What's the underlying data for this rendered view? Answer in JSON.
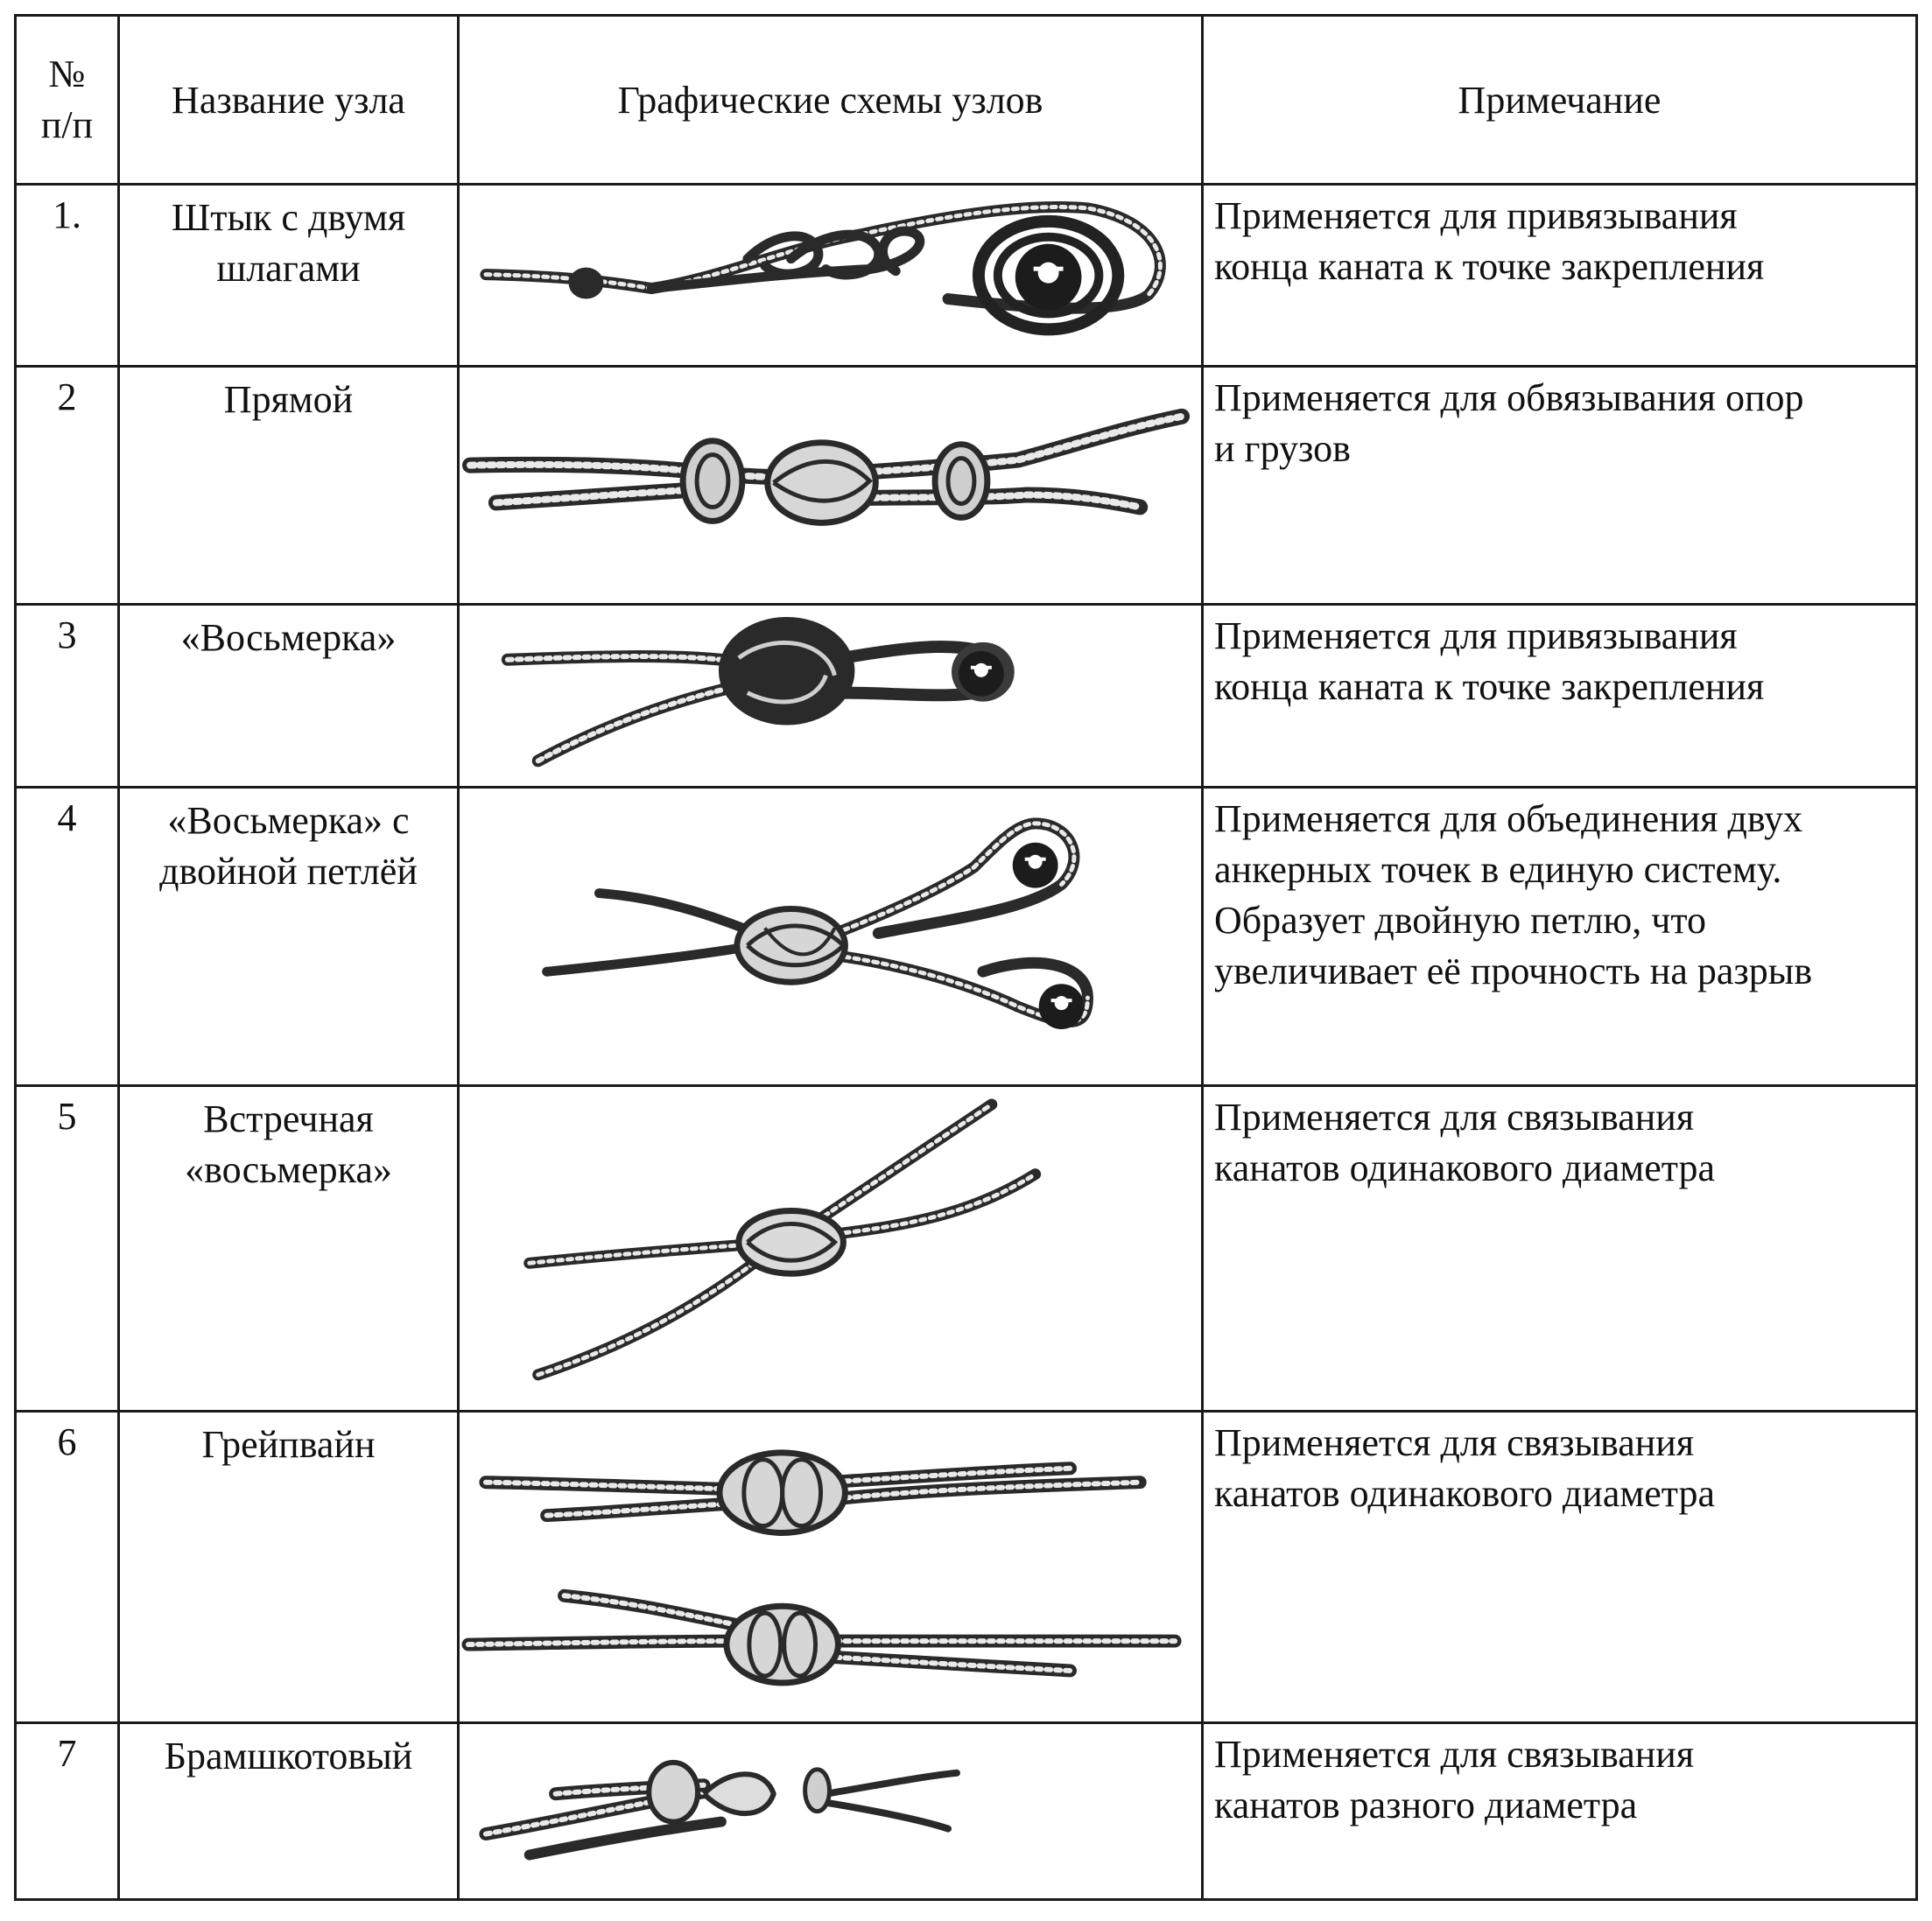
{
  "table": {
    "headers": {
      "num": "№\nп/п",
      "num_line1": "№",
      "num_line2": "п/п",
      "name": "Название узла",
      "scheme": "Графические схемы узлов",
      "note": "Примечание"
    },
    "rows": [
      {
        "num": "1.",
        "name": "Штык с двумя шлагами",
        "name_line1": "Штык с двумя",
        "name_line2": "шлагами",
        "note_lines": [
          "Применяется для привязывания",
          "конца каната к точке закрепления"
        ]
      },
      {
        "num": "2",
        "name": "Прямой",
        "note_lines": [
          "Применяется для обвязывания опор",
          "и грузов"
        ]
      },
      {
        "num": "3",
        "name": "«Восьмерка»",
        "note_lines": [
          "Применяется для привязывания",
          "конца каната к точке закрепления"
        ]
      },
      {
        "num": "4",
        "name_line1": "«Восьмерка» с",
        "name_line2": "двойной петлёй",
        "note_lines": [
          "Применяется для объединения двух",
          "анкерных точек в единую систему.",
          "Образует двойную петлю, что",
          "увеличивает её прочность на разрыв"
        ]
      },
      {
        "num": "5",
        "name_line1": "Встречная",
        "name_line2": "«восьмерка»",
        "note_lines": [
          "Применяется для связывания",
          "канатов одинакового диаметра"
        ]
      },
      {
        "num": "6",
        "name": "Грейпвайн",
        "note_lines": [
          "Применяется для связывания",
          "канатов одинакового диаметра"
        ]
      },
      {
        "num": "7",
        "name": "Брамшкотовый",
        "note_lines": [
          "Применяется для связывания",
          "канатов разного диаметра"
        ]
      }
    ]
  },
  "icons": {
    "rope": "rope-drawing",
    "anchor": "anchor-ring-icon"
  }
}
